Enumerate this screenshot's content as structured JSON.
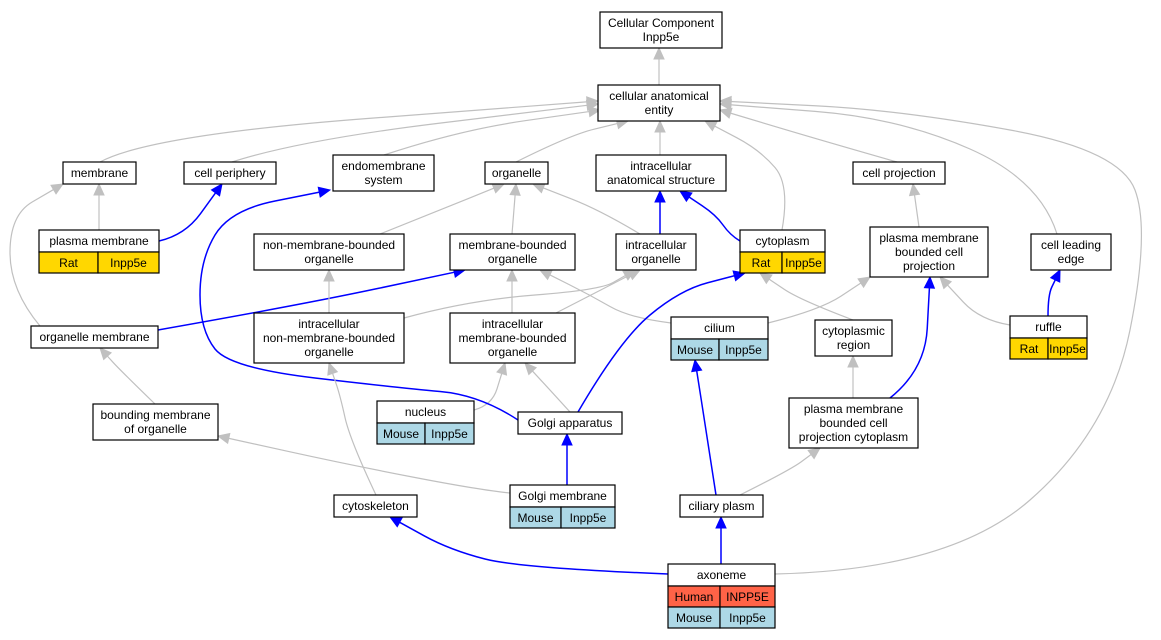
{
  "colors": {
    "rat": "#ffd700",
    "mouse": "#add8e6",
    "human": "#ff6347",
    "node_fill": "#ffffff",
    "edge_gray": "#c0c0c0",
    "edge_blue": "#0000ff"
  },
  "nodes": {
    "root": {
      "lines": [
        "Cellular Component",
        "Inpp5e"
      ]
    },
    "cae": {
      "lines": [
        "cellular anatomical",
        "entity"
      ]
    },
    "membrane": {
      "lines": [
        "membrane"
      ]
    },
    "cell_periphery": {
      "lines": [
        "cell periphery"
      ]
    },
    "endomembrane": {
      "lines": [
        "endomembrane",
        "system"
      ]
    },
    "organelle": {
      "lines": [
        "organelle"
      ]
    },
    "ias": {
      "lines": [
        "intracellular",
        "anatomical structure"
      ]
    },
    "cell_projection": {
      "lines": [
        "cell projection"
      ]
    },
    "plasma_membrane": {
      "lines": [
        "plasma membrane"
      ],
      "annotations": [
        {
          "species": "Rat",
          "gene": "Inpp5e"
        }
      ]
    },
    "nmbo": {
      "lines": [
        "non-membrane-bounded",
        "organelle"
      ]
    },
    "mbo": {
      "lines": [
        "membrane-bounded",
        "organelle"
      ]
    },
    "intra_org": {
      "lines": [
        "intracellular",
        "organelle"
      ]
    },
    "cytoplasm": {
      "lines": [
        "cytoplasm"
      ],
      "annotations": [
        {
          "species": "Rat",
          "gene": "Inpp5e"
        }
      ]
    },
    "pmbcp": {
      "lines": [
        "plasma membrane",
        "bounded cell",
        "projection"
      ]
    },
    "cell_leading_edge": {
      "lines": [
        "cell leading",
        "edge"
      ]
    },
    "org_membrane": {
      "lines": [
        "organelle membrane"
      ]
    },
    "inmbo": {
      "lines": [
        "intracellular",
        "non-membrane-bounded",
        "organelle"
      ]
    },
    "imbo": {
      "lines": [
        "intracellular",
        "membrane-bounded",
        "organelle"
      ]
    },
    "cilium": {
      "lines": [
        "cilium"
      ],
      "annotations": [
        {
          "species": "Mouse",
          "gene": "Inpp5e"
        }
      ]
    },
    "cyto_region": {
      "lines": [
        "cytoplasmic",
        "region"
      ]
    },
    "ruffle": {
      "lines": [
        "ruffle"
      ],
      "annotations": [
        {
          "species": "Rat",
          "gene": "Inpp5e"
        }
      ]
    },
    "bmo": {
      "lines": [
        "bounding membrane",
        "of organelle"
      ]
    },
    "nucleus": {
      "lines": [
        "nucleus"
      ],
      "annotations": [
        {
          "species": "Mouse",
          "gene": "Inpp5e"
        }
      ]
    },
    "golgi": {
      "lines": [
        "Golgi apparatus"
      ]
    },
    "pmbcpc": {
      "lines": [
        "plasma membrane",
        "bounded cell",
        "projection cytoplasm"
      ]
    },
    "cytoskeleton": {
      "lines": [
        "cytoskeleton"
      ]
    },
    "golgi_membrane": {
      "lines": [
        "Golgi membrane"
      ],
      "annotations": [
        {
          "species": "Mouse",
          "gene": "Inpp5e"
        }
      ]
    },
    "ciliary_plasm": {
      "lines": [
        "ciliary plasm"
      ]
    },
    "axoneme": {
      "lines": [
        "axoneme"
      ],
      "annotations": [
        {
          "species": "Human",
          "gene": "INPP5E"
        },
        {
          "species": "Mouse",
          "gene": "Inpp5e"
        }
      ]
    }
  },
  "edges": [
    {
      "from": "cae",
      "to": "root",
      "kind": "is_a"
    },
    {
      "from": "membrane",
      "to": "cae",
      "kind": "is_a"
    },
    {
      "from": "cell_periphery",
      "to": "cae",
      "kind": "is_a"
    },
    {
      "from": "endomembrane",
      "to": "cae",
      "kind": "is_a"
    },
    {
      "from": "organelle",
      "to": "cae",
      "kind": "is_a"
    },
    {
      "from": "ias",
      "to": "cae",
      "kind": "is_a"
    },
    {
      "from": "cell_projection",
      "to": "cae",
      "kind": "is_a"
    },
    {
      "from": "cytoplasm",
      "to": "cae",
      "kind": "is_a"
    },
    {
      "from": "cell_leading_edge",
      "to": "cae",
      "kind": "is_a"
    },
    {
      "from": "axoneme",
      "to": "cae",
      "kind": "is_a"
    },
    {
      "from": "plasma_membrane",
      "to": "membrane",
      "kind": "is_a"
    },
    {
      "from": "plasma_membrane",
      "to": "cell_periphery",
      "kind": "part_of"
    },
    {
      "from": "org_membrane",
      "to": "membrane",
      "kind": "is_a"
    },
    {
      "from": "nmbo",
      "to": "organelle",
      "kind": "is_a"
    },
    {
      "from": "mbo",
      "to": "organelle",
      "kind": "is_a"
    },
    {
      "from": "intra_org",
      "to": "organelle",
      "kind": "is_a"
    },
    {
      "from": "intra_org",
      "to": "ias",
      "kind": "part_of"
    },
    {
      "from": "cytoplasm",
      "to": "ias",
      "kind": "part_of"
    },
    {
      "from": "pmbcp",
      "to": "cell_projection",
      "kind": "is_a"
    },
    {
      "from": "org_membrane",
      "to": "mbo",
      "kind": "part_of"
    },
    {
      "from": "inmbo",
      "to": "nmbo",
      "kind": "is_a"
    },
    {
      "from": "inmbo",
      "to": "intra_org",
      "kind": "is_a"
    },
    {
      "from": "imbo",
      "to": "mbo",
      "kind": "is_a"
    },
    {
      "from": "imbo",
      "to": "intra_org",
      "kind": "is_a"
    },
    {
      "from": "cilium",
      "to": "mbo",
      "kind": "is_a"
    },
    {
      "from": "cilium",
      "to": "pmbcp",
      "kind": "is_a"
    },
    {
      "from": "cyto_region",
      "to": "cytoplasm",
      "kind": "is_a"
    },
    {
      "from": "ruffle",
      "to": "pmbcp",
      "kind": "is_a"
    },
    {
      "from": "ruffle",
      "to": "cell_leading_edge",
      "kind": "part_of"
    },
    {
      "from": "bmo",
      "to": "org_membrane",
      "kind": "is_a"
    },
    {
      "from": "nucleus",
      "to": "imbo",
      "kind": "is_a"
    },
    {
      "from": "golgi",
      "to": "imbo",
      "kind": "is_a"
    },
    {
      "from": "golgi",
      "to": "endomembrane",
      "kind": "part_of"
    },
    {
      "from": "golgi",
      "to": "cytoplasm",
      "kind": "part_of"
    },
    {
      "from": "pmbcpc",
      "to": "cyto_region",
      "kind": "is_a"
    },
    {
      "from": "pmbcpc",
      "to": "pmbcp",
      "kind": "part_of"
    },
    {
      "from": "cytoskeleton",
      "to": "inmbo",
      "kind": "is_a"
    },
    {
      "from": "golgi_membrane",
      "to": "bmo",
      "kind": "is_a"
    },
    {
      "from": "golgi_membrane",
      "to": "golgi",
      "kind": "part_of"
    },
    {
      "from": "ciliary_plasm",
      "to": "cilium",
      "kind": "part_of"
    },
    {
      "from": "ciliary_plasm",
      "to": "pmbcpc",
      "kind": "is_a"
    },
    {
      "from": "axoneme",
      "to": "cytoskeleton",
      "kind": "part_of"
    },
    {
      "from": "axoneme",
      "to": "ciliary_plasm",
      "kind": "part_of"
    }
  ]
}
